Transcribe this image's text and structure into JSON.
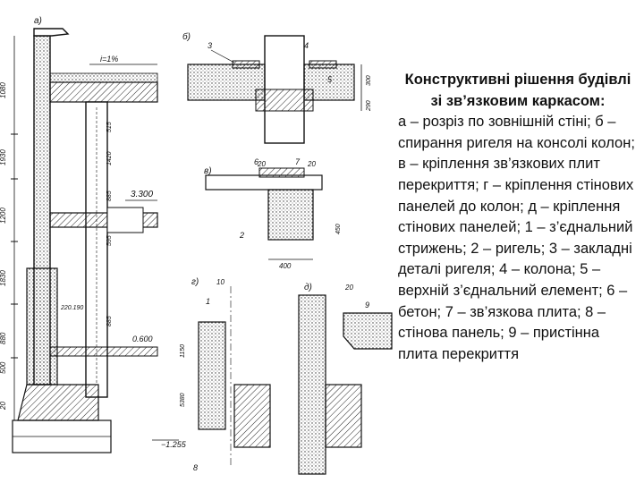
{
  "caption": {
    "title": "Конструктивні рішення будівлі зі зв’язковим каркасом:",
    "body": "а – розріз по зовнішній стіні; б – спирання ригеля на консолі колон; в – кріплення зв’язкових плит перекриття; г – кріплення стінових панелей до колон; д – кріплення стінових панелей; 1 – з’єднальний стрижень; 2 – ригель; 3 – закладні деталі ригеля; 4 – колона; 5 – верхній з’єднальний елемент; 6 – бетон; 7 – зв’язкова плита; 8 – стінова панель; 9 – пристінна плита перекриття"
  },
  "drawing": {
    "panel_letters": {
      "a": "а)",
      "b": "б)",
      "v": "в)",
      "g": "г)",
      "d": "д)"
    },
    "slope_label": "i=1%",
    "level_labels": [
      "3.300",
      "0.600",
      "−1.255"
    ],
    "dimensions_left": [
      "1080",
      "1930",
      "1200",
      "1830",
      "880",
      "500",
      "20"
    ],
    "dimensions_inner": [
      "515",
      "1420",
      "885",
      "595",
      "885",
      "220.190"
    ],
    "dimensions_b": [
      "300",
      "290"
    ],
    "dimensions_v": [
      "20",
      "20",
      "400",
      "450"
    ],
    "dimensions_g": [
      "1150",
      "5380",
      "10"
    ],
    "dimensions_d": [
      "20"
    ],
    "callouts": [
      "3",
      "4",
      "5",
      "6",
      "7",
      "2",
      "1",
      "8",
      "9"
    ]
  }
}
